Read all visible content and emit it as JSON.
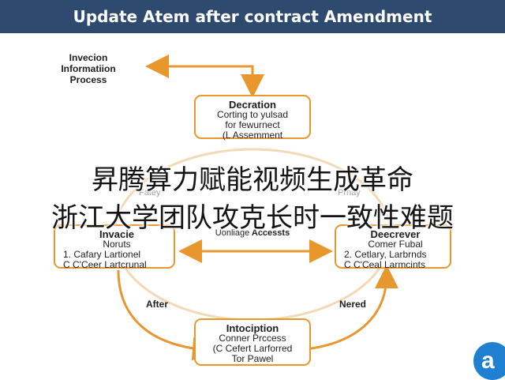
{
  "header": {
    "title": "Update Atem after contract Amendment"
  },
  "invoice_note": {
    "lines": [
      "Invecion",
      "Informatiion",
      "Process"
    ]
  },
  "boxes": {
    "decration": {
      "title": "Decration",
      "lines": [
        "Corting to yulsad",
        "for fewurnect",
        "(L Assemment"
      ]
    },
    "left": {
      "title": "Invacie",
      "lines": [
        "Noruts",
        "1. Cafary Lartionel",
        "C C'Ceer Lartcrunal"
      ]
    },
    "right": {
      "title": "Deecrever",
      "lines": [
        "Comer Fubal",
        "2. Cetlary, Larbrnds",
        "C C'Ceal Larmcints"
      ]
    },
    "bottom": {
      "title": "Intociption",
      "lines": [
        "Conner Prccess",
        "(C Cefert Larforred",
        "Tor Pawel"
      ]
    }
  },
  "center": {
    "lines": [
      "Uonliage",
      "Accessts"
    ]
  },
  "faint_labels": {
    "left": "Fatey",
    "right": "Prnay"
  },
  "arc_labels": {
    "left": "After",
    "right": "Nered"
  },
  "overlay": {
    "line1": "昇腾算力赋能视频生成革命",
    "line2": "浙江大学团队攻克长时一致性难题"
  },
  "logo": {
    "text": "a"
  },
  "colors": {
    "accent": "#e8962e",
    "header": "#2e4a6e",
    "logo": "#1f7fd1"
  }
}
